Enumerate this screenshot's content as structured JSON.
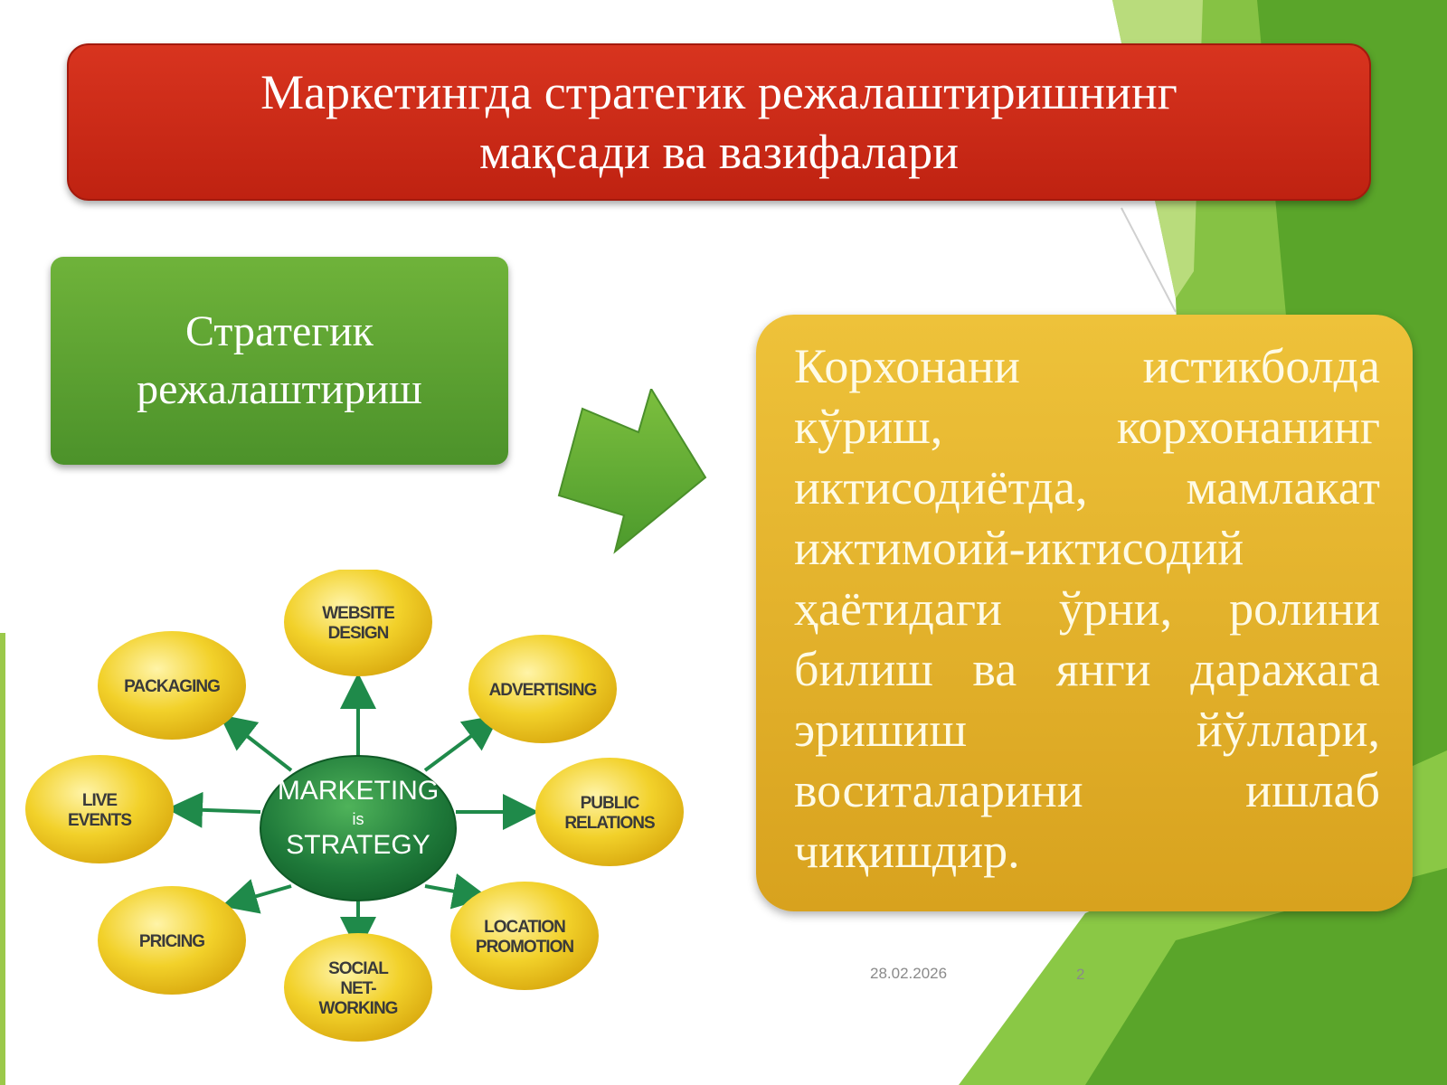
{
  "slide": {
    "title_lines": [
      "Маркетингда стратегик режалаштиришнинг",
      "мақсади ва вазифалари"
    ],
    "left_box_lines": [
      "Стратегик",
      "режалаштириш"
    ],
    "right_box_text": "Корхонани истикболда кўриш, корхонанинг иктисодиётда, мамлакат ижтимоий-иктисодий ҳаётидаги ўрни, ролини билиш ва янги даражага эришиш йўллари, воситаларини ишлаб чиқишдир.",
    "footer_date": "28.02.2026",
    "footer_page": "2"
  },
  "diagram": {
    "center_lines": [
      "MARKETING",
      "is",
      "STRATEGY"
    ],
    "bubbles": [
      {
        "lines": [
          "WEBSITE",
          "DESIGN"
        ]
      },
      {
        "lines": [
          "ADVERTISING"
        ]
      },
      {
        "lines": [
          "PUBLIC",
          "RELATIONS"
        ]
      },
      {
        "lines": [
          "LOCATION",
          "PROMOTION"
        ]
      },
      {
        "lines": [
          "SOCIAL",
          "NET-",
          "WORKING"
        ]
      },
      {
        "lines": [
          "PRICING"
        ]
      },
      {
        "lines": [
          "LIVE",
          "EVENTS"
        ]
      },
      {
        "lines": [
          "PACKAGING"
        ]
      }
    ]
  },
  "colors": {
    "title_red": "#c8281a",
    "green_box": "#5fa332",
    "gold_box": "#e3b12c",
    "bubble_yellow": "#f2d12a",
    "center_green": "#1f7a3a",
    "arrow_green": "#1f8a4a"
  }
}
